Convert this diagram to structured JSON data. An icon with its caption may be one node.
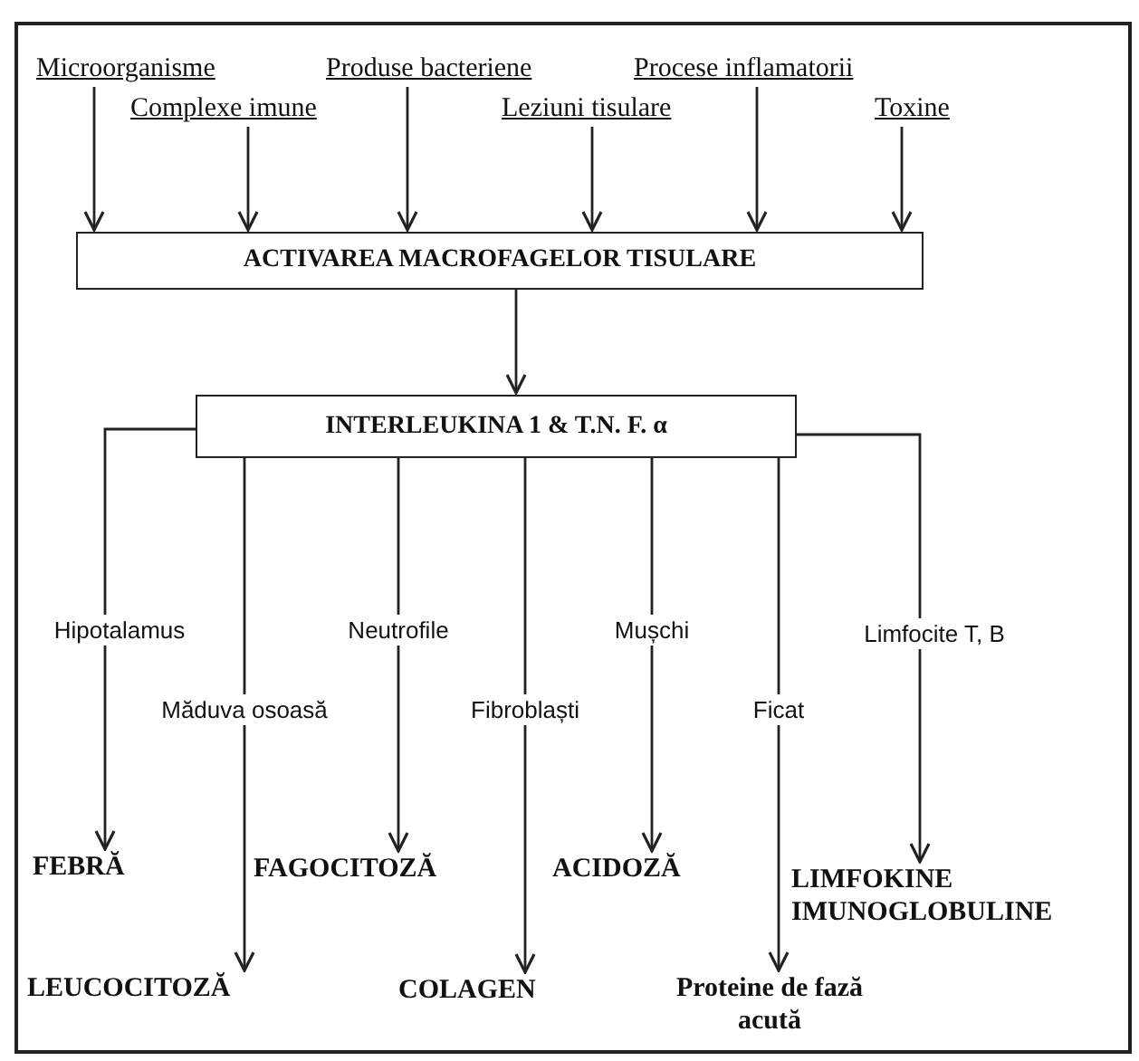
{
  "diagram": {
    "nodes": [
      {
        "text": [
          "Microorganisme"
        ]
      },
      {
        "text": [
          "Complexe imune"
        ]
      },
      {
        "text": [
          "Produse bacteriene"
        ]
      },
      {
        "text": [
          "Leziuni tisulare"
        ]
      },
      {
        "text": [
          "Procese inflamatorii"
        ]
      },
      {
        "text": [
          "Toxine"
        ]
      },
      {
        "text": [
          "ACTIVAREA MACROFAGELOR TISULARE"
        ]
      },
      {
        "text": [
          "INTERLEUKINA 1 & T.N. F. α"
        ]
      },
      {
        "text": [
          "FEBRĂ"
        ]
      },
      {
        "text": [
          "LEUCOCITOZĂ"
        ]
      },
      {
        "text": [
          "FAGOCITOZĂ"
        ]
      },
      {
        "text": [
          "COLAGEN"
        ]
      },
      {
        "text": [
          "ACIDOZĂ"
        ]
      },
      {
        "text": [
          "Proteine de fază acută"
        ]
      },
      {
        "text": [
          "LIMFOKINE IMUNOGLOBULINE"
        ]
      }
    ],
    "edges": [
      {
        "from": 0,
        "to": 6,
        "arrow": "to"
      },
      {
        "from": 1,
        "to": 6,
        "arrow": "to"
      },
      {
        "from": 2,
        "to": 6,
        "arrow": "to"
      },
      {
        "from": 3,
        "to": 6,
        "arrow": "to"
      },
      {
        "from": 4,
        "to": 6,
        "arrow": "to"
      },
      {
        "from": 5,
        "to": 6,
        "arrow": "to"
      },
      {
        "from": 6,
        "to": 7,
        "arrow": "to"
      },
      {
        "from": 7,
        "to": 8,
        "arrow": "to",
        "label": "Hipotalamus"
      },
      {
        "from": 7,
        "to": 9,
        "arrow": "to",
        "label": "Măduva osoasă"
      },
      {
        "from": 7,
        "to": 10,
        "arrow": "to",
        "label": "Neutrofile"
      },
      {
        "from": 7,
        "to": 11,
        "arrow": "to",
        "label": "Fibroblaști"
      },
      {
        "from": 7,
        "to": 12,
        "arrow": "to",
        "label": "Mușchi"
      },
      {
        "from": 7,
        "to": 13,
        "arrow": "to",
        "label": "Ficat"
      },
      {
        "from": 7,
        "to": 14,
        "arrow": "to",
        "label": "Limfocite T, B"
      }
    ]
  }
}
